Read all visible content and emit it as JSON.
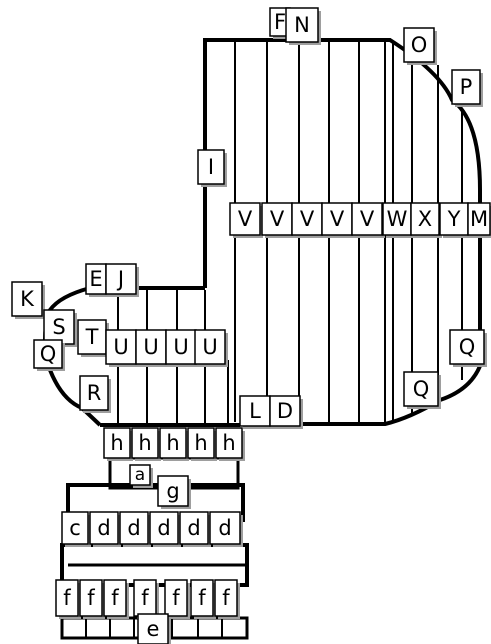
{
  "colors": {
    "background": "#ffffff",
    "stroke": "#000000",
    "box_fill": "#ffffff",
    "box_shadow": "#9e9e9e"
  },
  "labels": {
    "top_n": "N",
    "top_f": "F",
    "o": "O",
    "p": "P",
    "i": "I",
    "v1": "V",
    "v2": "V",
    "v3": "V",
    "v4": "V",
    "v5": "V",
    "w": "W",
    "x": "X",
    "y": "Y",
    "m": "M",
    "e_upper": "E",
    "j": "J",
    "k": "K",
    "s": "S",
    "t": "T",
    "u1": "U",
    "u2": "U",
    "u3": "U",
    "u4": "U",
    "q_left": "Q",
    "q_right": "Q",
    "q_bottom": "Q",
    "r": "R",
    "l": "L",
    "d_upper": "D",
    "h1": "h",
    "h2": "h",
    "h3": "h",
    "h4": "h",
    "h5": "h",
    "g": "g",
    "small_a": "a",
    "c": "c",
    "d1": "d",
    "d2": "d",
    "d3": "d",
    "d4": "d",
    "d5": "d",
    "f1": "f",
    "f2": "f",
    "f3": "f",
    "f4": "f",
    "f5": "f",
    "f6": "f",
    "f7": "f",
    "e_lower": "e"
  }
}
